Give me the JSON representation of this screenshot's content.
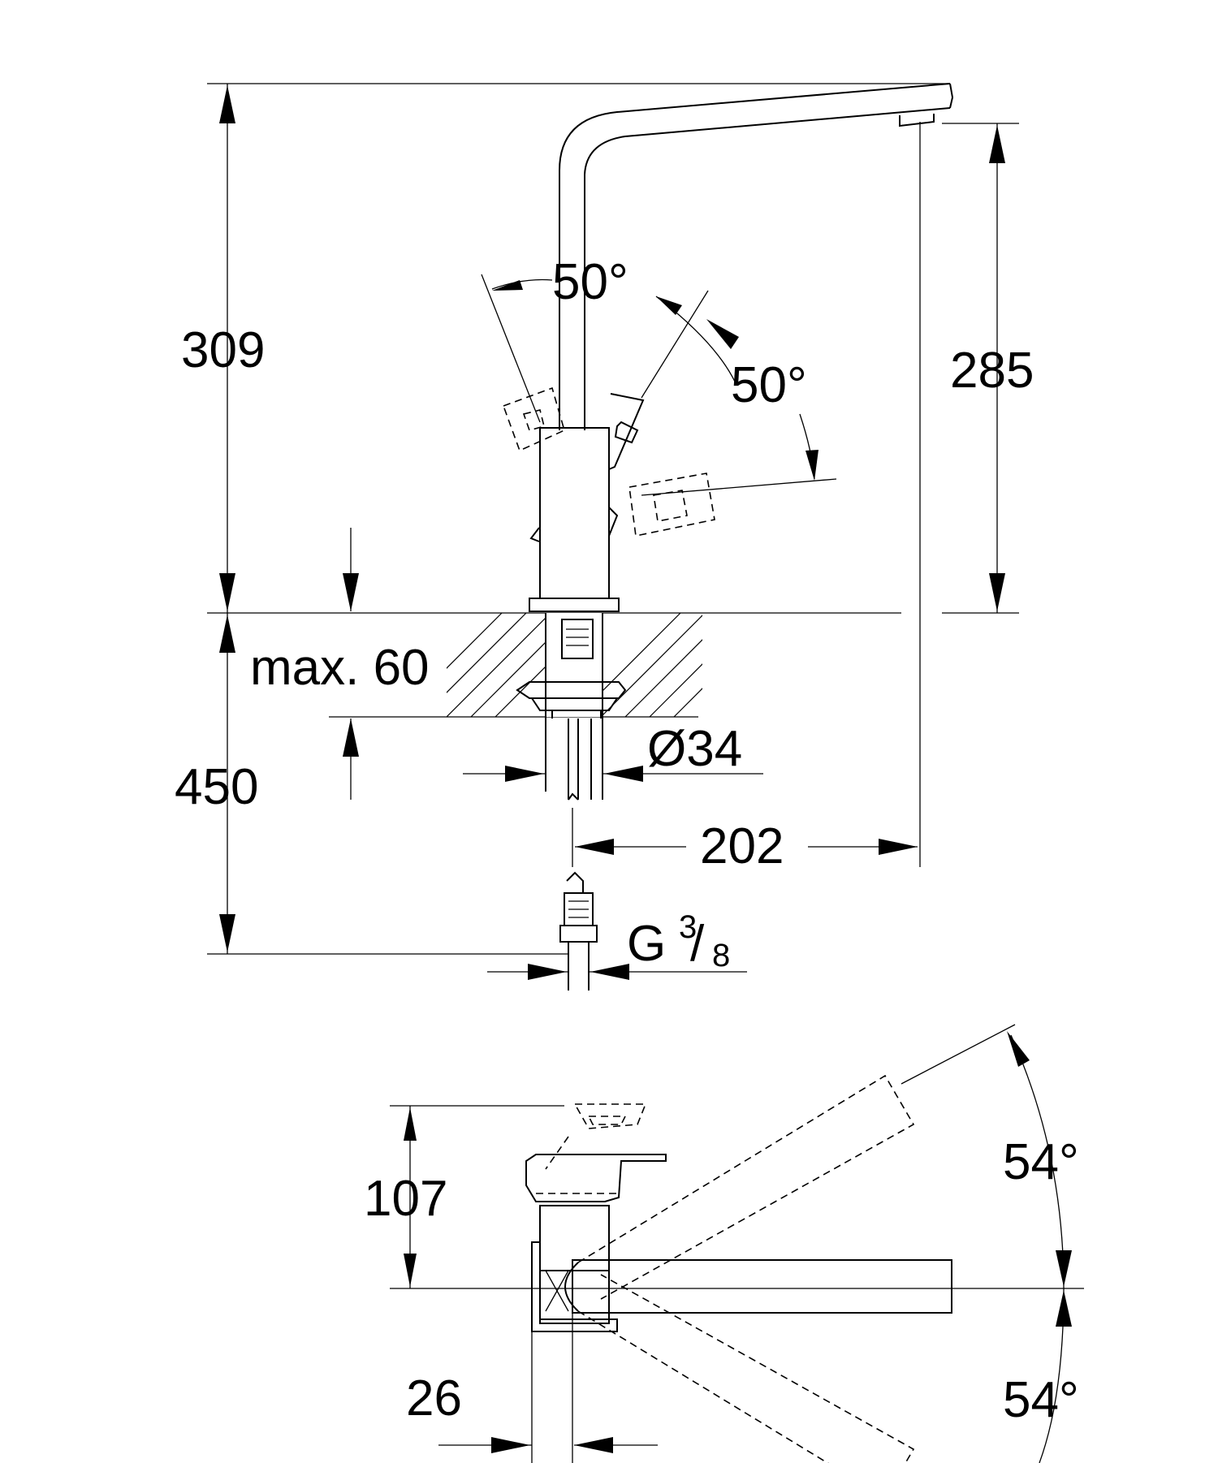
{
  "dimensions": {
    "overall_height": "309",
    "spout_height": "285",
    "lever_angle_left": "50°",
    "lever_angle_right": "50°",
    "max_deck_thickness": "max. 60",
    "below_deck_length": "450",
    "hole_diameter": "Ø34",
    "spout_reach": "202",
    "connection_main": "G",
    "connection_num": "3",
    "connection_den": "8",
    "lever_height": "107",
    "body_offset": "26",
    "swivel_angle_up": "54°",
    "swivel_angle_down": "54°"
  }
}
